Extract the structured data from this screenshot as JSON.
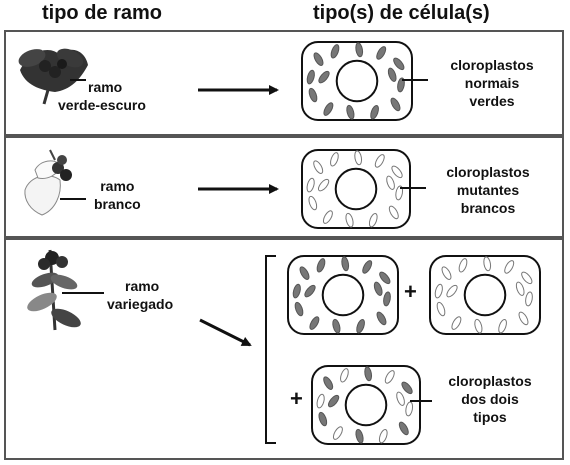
{
  "header": {
    "col1": "tipo de ramo",
    "col2": "tipo(s) de célula(s)"
  },
  "rows": [
    {
      "branch_label_1": "ramo",
      "branch_label_2": "verde-escuro",
      "cell_label_1": "cloroplastos",
      "cell_label_2": "normais",
      "cell_label_3": "verdes"
    },
    {
      "branch_label_1": "ramo",
      "branch_label_2": "branco",
      "cell_label_1": "cloroplastos",
      "cell_label_2": "mutantes",
      "cell_label_3": "brancos"
    },
    {
      "branch_label_1": "ramo",
      "branch_label_2": "variegado",
      "cell_label_1": "cloroplastos",
      "cell_label_2": "dos dois",
      "cell_label_3": "tipos"
    }
  ],
  "plus": "+",
  "colors": {
    "green_chloroplast": "#777777",
    "white_chloroplast": "#ffffff",
    "border": "#555555"
  }
}
